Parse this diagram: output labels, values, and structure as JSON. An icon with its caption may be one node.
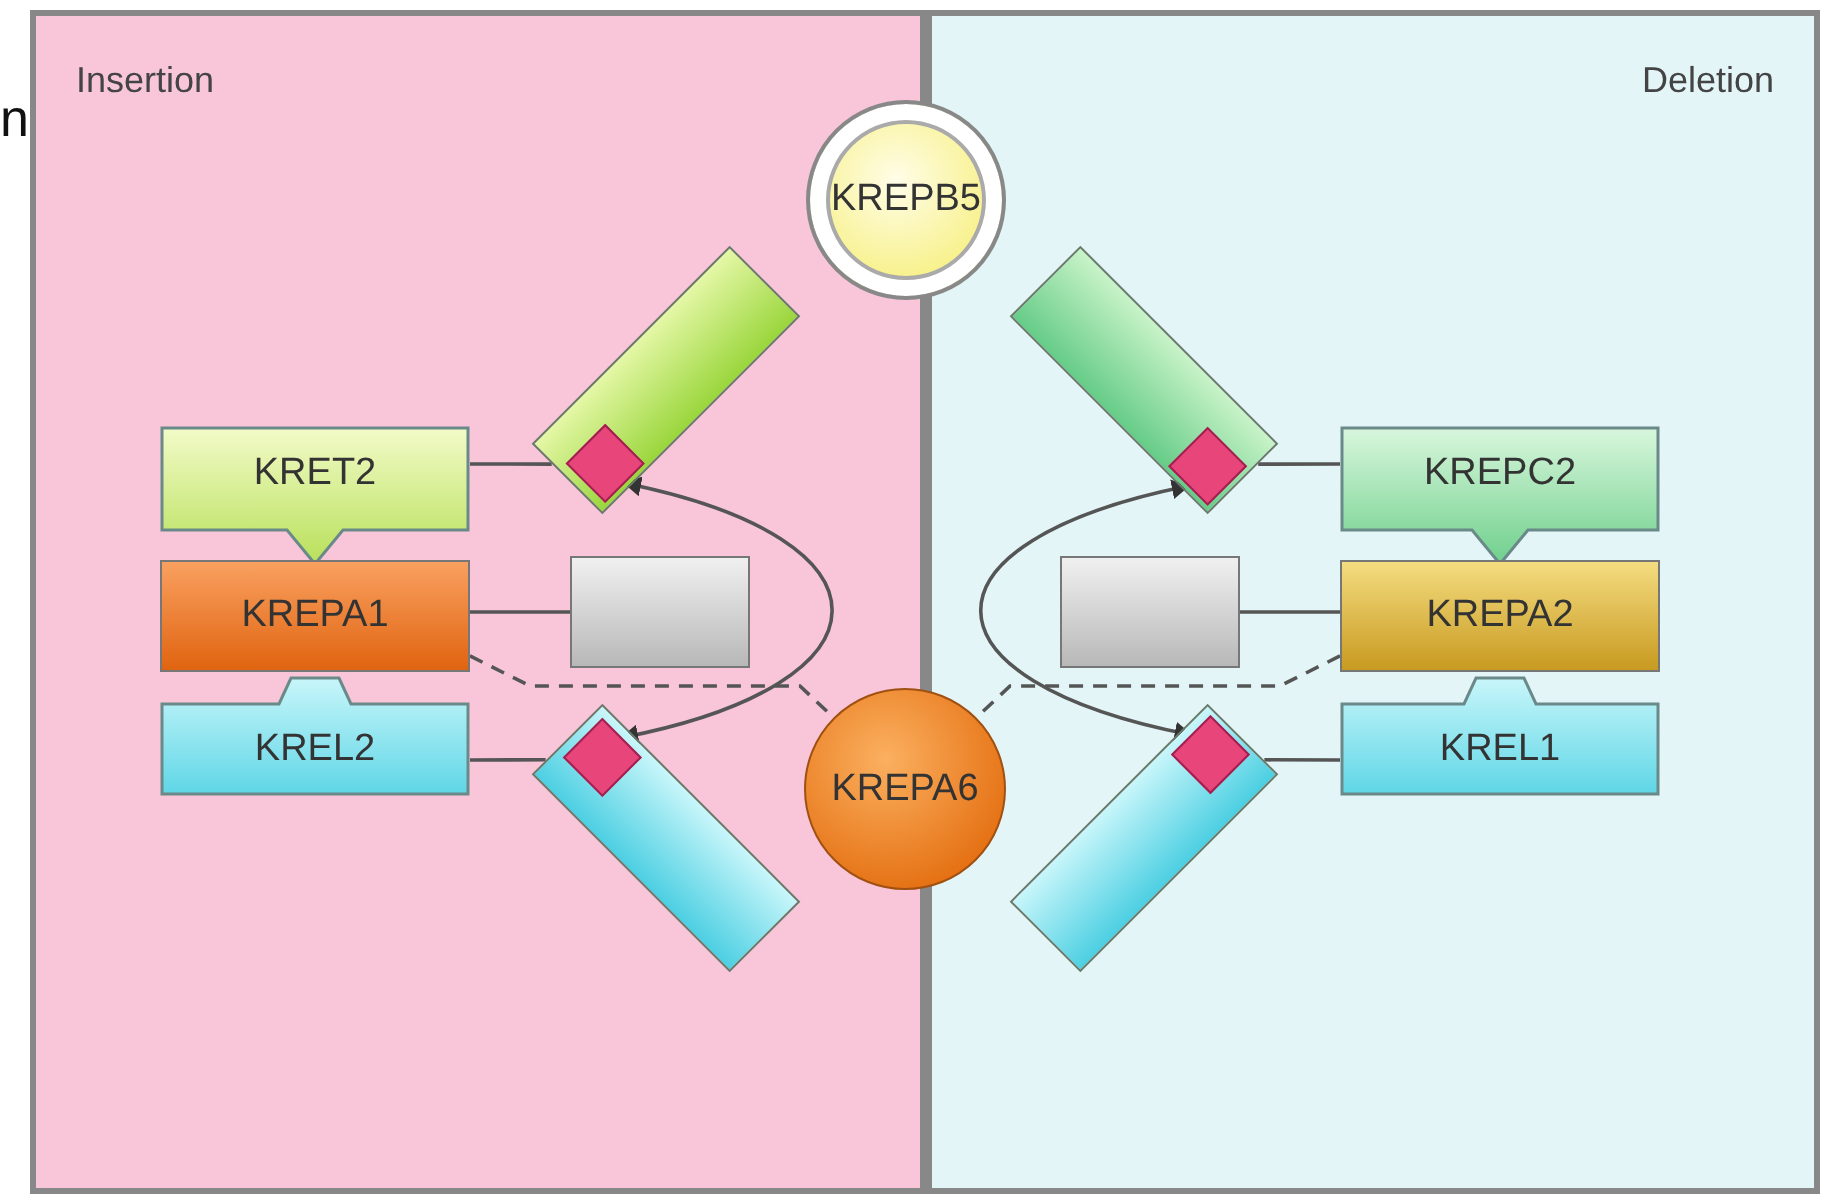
{
  "diagram": {
    "nodes": [
      {
        "text": [
          "Insertion"
        ]
      },
      {
        "text": [
          "Deletion"
        ]
      },
      {
        "text": [
          "KREPB5"
        ]
      },
      {
        "text": [],
        "shape": "bar",
        "in": 0
      },
      {
        "text": [],
        "shape": "bar",
        "in": 1
      },
      {
        "text": [],
        "shape": "diamond",
        "in": 3
      },
      {
        "text": [],
        "shape": "diamond",
        "in": 4
      },
      {
        "text": [
          "KRET2"
        ],
        "in": 0
      },
      {
        "text": [
          "KREPC2"
        ],
        "in": 1
      },
      {
        "text": [
          "KREPA1"
        ],
        "in": 0
      },
      {
        "text": [],
        "shape": "box",
        "in": 0
      },
      {
        "text": [],
        "shape": "box",
        "in": 1
      },
      {
        "text": [
          "KREPA2"
        ],
        "in": 1
      },
      {
        "text": [
          "KREL2"
        ],
        "in": 0
      },
      {
        "text": [],
        "shape": "diamond",
        "in": 18
      },
      {
        "text": [
          "KREPA6"
        ]
      },
      {
        "text": [],
        "shape": "diamond",
        "in": 19
      },
      {
        "text": [
          "KREL1"
        ],
        "in": 1
      },
      {
        "text": [],
        "shape": "bar",
        "in": 0
      },
      {
        "text": [],
        "shape": "bar",
        "in": 1
      }
    ],
    "edges": [
      {
        "from": 7,
        "to": 3,
        "arrow": "none"
      },
      {
        "from": 8,
        "to": 4,
        "arrow": "none"
      },
      {
        "from": 9,
        "to": 10,
        "arrow": "none"
      },
      {
        "from": 12,
        "to": 11,
        "arrow": "none"
      },
      {
        "from": 13,
        "to": 18,
        "arrow": "none"
      },
      {
        "from": 17,
        "to": 19,
        "arrow": "none"
      },
      {
        "from": 9,
        "to": 15,
        "arrow": "none",
        "style": "dashed"
      },
      {
        "from": 12,
        "to": 15,
        "arrow": "none",
        "style": "dashed"
      },
      {
        "from": 5,
        "to": 14,
        "arrow": "both"
      },
      {
        "from": 6,
        "to": 16,
        "arrow": "both"
      }
    ],
    "labels": [
      "n"
    ]
  }
}
